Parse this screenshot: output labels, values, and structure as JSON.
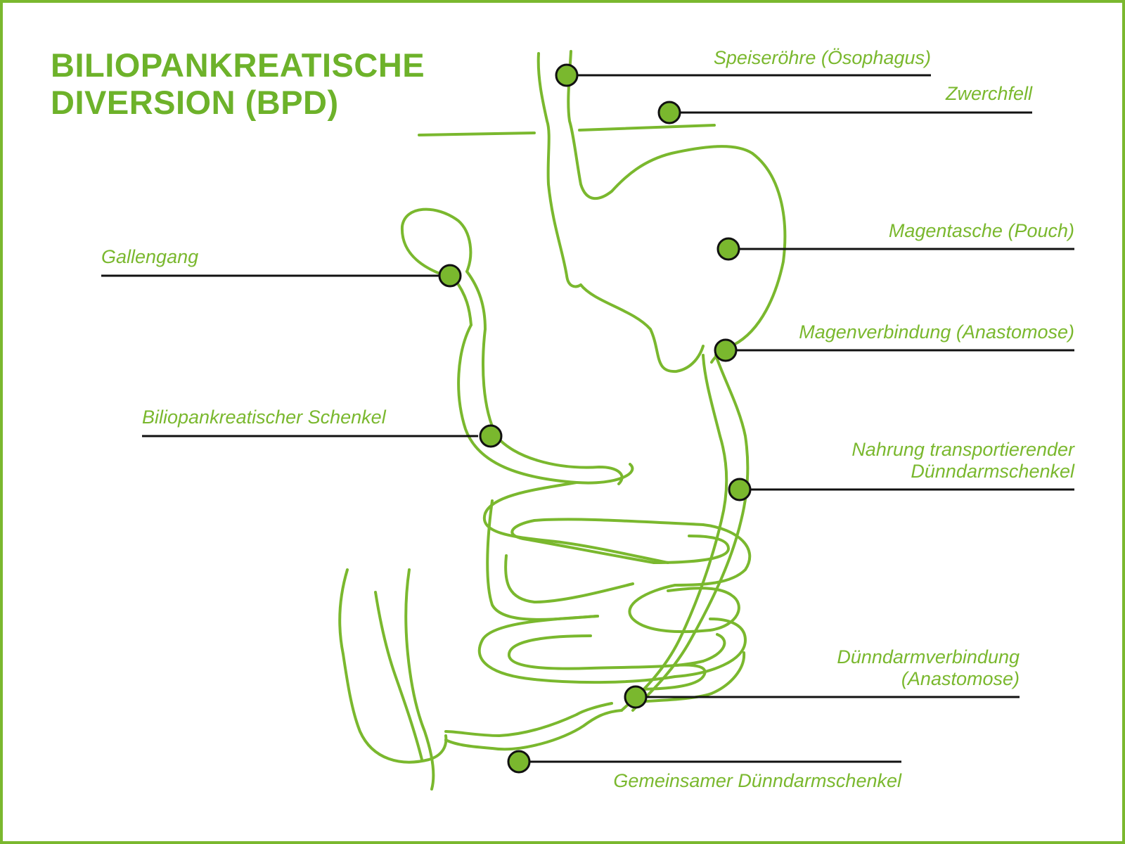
{
  "title": {
    "line1": "BILIOPANKREATISCHE",
    "line2": "DIVERSION (BPD)"
  },
  "labels": {
    "speiseroehre": "Speiseröhre (Ösophagus)",
    "zwerchfell": "Zwerchfell",
    "gallengang": "Gallengang",
    "magentasche": "Magentasche (Pouch)",
    "magenverbindung": "Magenverbindung (Anastomose)",
    "schenkel": "Biliopankreatischer Schenkel",
    "nahrung_1": "Nahrung transportierender",
    "nahrung_2": "Dünndarmschenkel",
    "duenndarm_1": "Dünndarmverbindung",
    "duenndarm_2": "(Anastomose)",
    "gemeinsamer": "Gemeinsamer Dünndarmschenkel"
  },
  "colors": {
    "accent": "#7ab82e",
    "marker": "#7ab82e",
    "line": "#111111"
  }
}
